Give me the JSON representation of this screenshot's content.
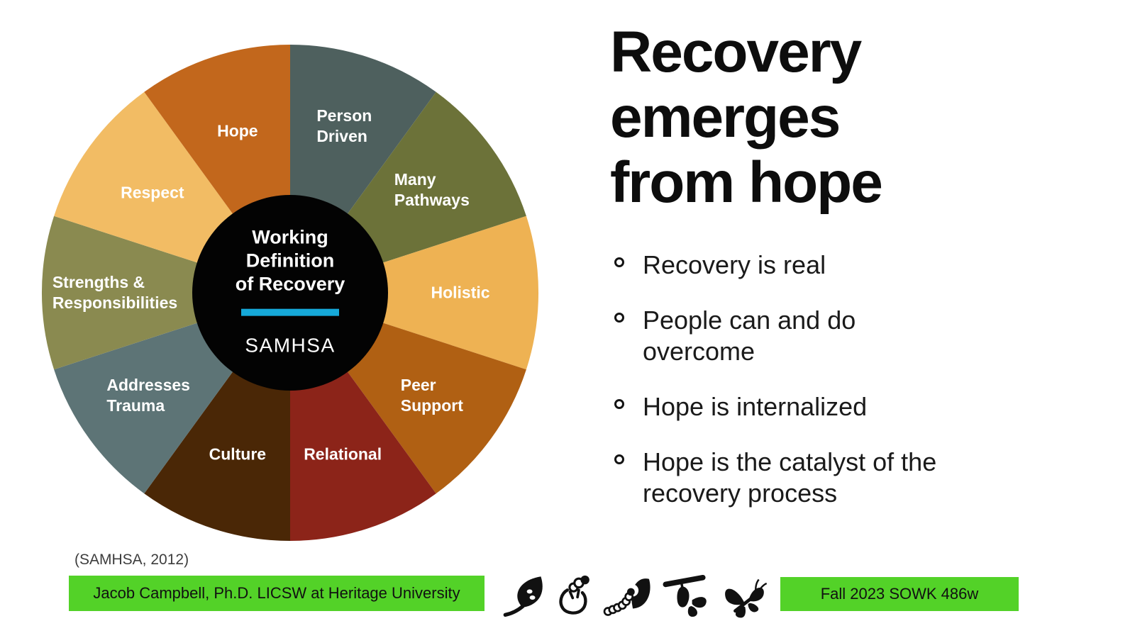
{
  "slide": {
    "title_lines": [
      "Recovery",
      "emerges",
      "from hope"
    ],
    "bullets": [
      {
        "lines": [
          "Recovery is real"
        ]
      },
      {
        "lines": [
          "People can and do",
          "overcome"
        ]
      },
      {
        "lines": [
          "Hope is internalized"
        ]
      },
      {
        "lines": [
          "Hope is the catalyst of the",
          "recovery process"
        ]
      }
    ],
    "citation": "(SAMHSA, 2012)",
    "footer": {
      "presenter_banner": "Jacob Campbell, Ph.D. LICSW at Heritage University",
      "course_banner": "Fall 2023 SOWK 486w",
      "banner_color": "#53d228",
      "icon_names": [
        "egg-leaf-icon",
        "hatching-larva-icon",
        "caterpillar-icon",
        "chrysalis-icon",
        "butterfly-icon"
      ]
    }
  },
  "chart_data": {
    "type": "pie",
    "title": "Working Definition of Recovery",
    "subtitle": "SAMHSA",
    "center_label_lines": [
      "Working",
      "Definition",
      "of Recovery"
    ],
    "center_sublabel": "SAMHSA",
    "center_color": "#030303",
    "accent_bar_color": "#16a9d9",
    "label_text_color": "#ffffff",
    "start_angle_deg": 0,
    "direction": "clockwise",
    "legend": "none",
    "segments": [
      {
        "label": "Person Driven",
        "label_lines": [
          "Person",
          "Driven"
        ],
        "value": 10,
        "color": "#4e605e"
      },
      {
        "label": "Many Pathways",
        "label_lines": [
          "Many",
          "Pathways"
        ],
        "value": 10,
        "color": "#6c7239"
      },
      {
        "label": "Holistic",
        "label_lines": [
          "Holistic"
        ],
        "value": 10,
        "color": "#eeb253"
      },
      {
        "label": "Peer Support",
        "label_lines": [
          "Peer",
          "Support"
        ],
        "value": 10,
        "color": "#b06013"
      },
      {
        "label": "Relational",
        "label_lines": [
          "Relational"
        ],
        "value": 10,
        "color": "#8c2419"
      },
      {
        "label": "Culture",
        "label_lines": [
          "Culture"
        ],
        "value": 10,
        "color": "#4a2706"
      },
      {
        "label": "Addresses Trauma",
        "label_lines": [
          "Addresses",
          "Trauma"
        ],
        "value": 10,
        "color": "#5d7476"
      },
      {
        "label": "Strengths & Responsibilities",
        "label_lines": [
          "Strengths &",
          "Responsibilities"
        ],
        "value": 10,
        "color": "#8a8a50"
      },
      {
        "label": "Respect",
        "label_lines": [
          "Respect"
        ],
        "value": 10,
        "color": "#f2bc64"
      },
      {
        "label": "Hope",
        "label_lines": [
          "Hope"
        ],
        "value": 10,
        "color": "#c2671c"
      }
    ]
  }
}
